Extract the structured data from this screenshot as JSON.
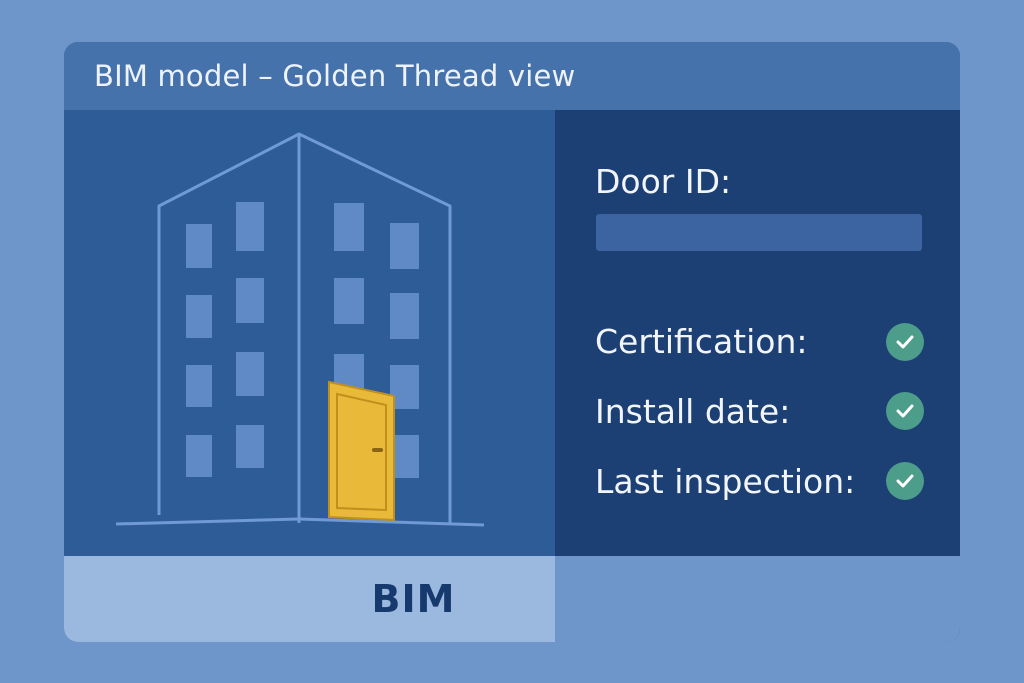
{
  "window": {
    "title": "BIM model – Golden Thread view"
  },
  "info_panel": {
    "door_id_label": "Door ID:",
    "door_id_value": "",
    "rows": [
      {
        "label": "Certification:",
        "status_icon": "check-icon"
      },
      {
        "label": "Install date:",
        "status_icon": "check-icon"
      },
      {
        "label": "Last inspection:",
        "status_icon": "check-icon"
      }
    ]
  },
  "footer": {
    "tab_label": "BIM"
  },
  "colors": {
    "background": "#6f96cb",
    "title_bar": "#4672ac",
    "model_panel": "#2d5c97",
    "info_panel": "#1c3f74",
    "door": "#e9b93a",
    "check": "#4c9d8a",
    "footer_left": "#9bb8df"
  }
}
